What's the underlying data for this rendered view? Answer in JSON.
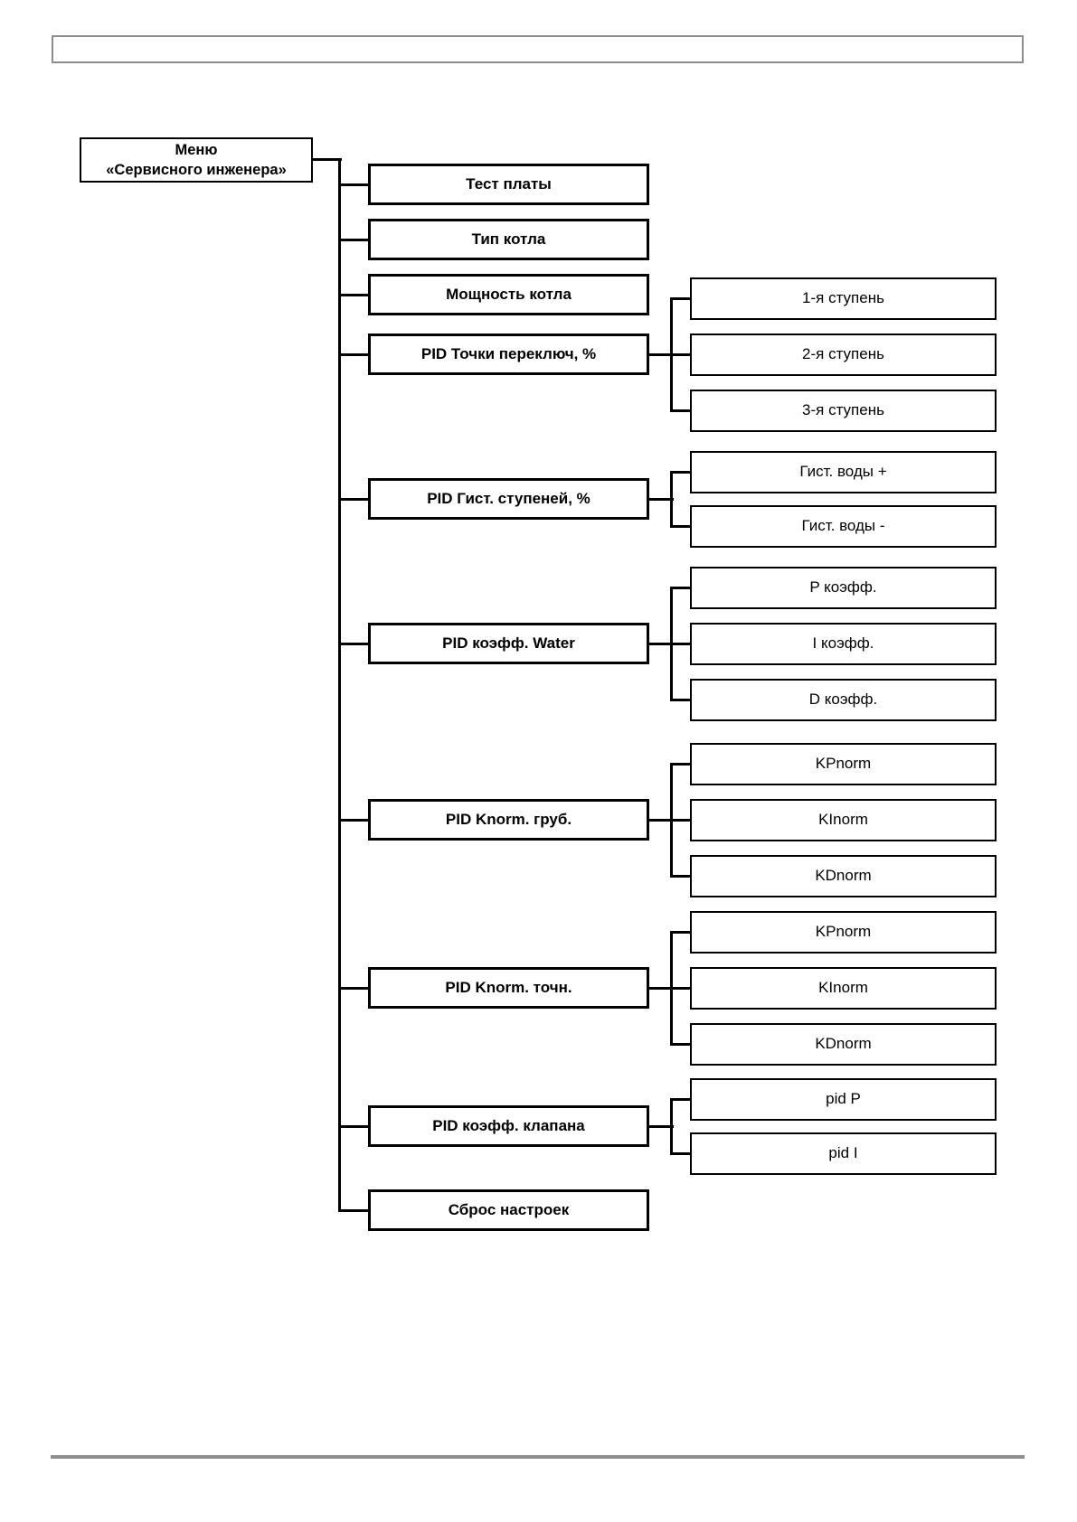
{
  "page": {
    "kind": "service-manual-page",
    "header_box_text": "",
    "colors": {
      "line": "#000000",
      "text": "#000000",
      "page_furniture_gray": "#8c8c8c",
      "background": "#ffffff"
    }
  },
  "diagram": {
    "title": "Меню «Сервисного инженера»",
    "root": {
      "line1": "Меню",
      "line2": "«Сервисного инженера»"
    },
    "nodes": [
      {
        "label": "Тест платы",
        "children": []
      },
      {
        "label": "Тип котла",
        "children": []
      },
      {
        "label": "Мощность котла",
        "children": []
      },
      {
        "label": "PID Точки переключ, %",
        "children": [
          "1-я ступень",
          "2-я ступень",
          "3-я ступень"
        ]
      },
      {
        "label": "PID Гист. ступеней, %",
        "children": [
          "Гист. воды +",
          "Гист. воды -"
        ]
      },
      {
        "label": "PID коэфф. Water",
        "children": [
          "P коэфф.",
          "I коэфф.",
          "D коэфф."
        ]
      },
      {
        "label": "PID Knorm. груб.",
        "children": [
          "KPnorm",
          "KInorm",
          "KDnorm"
        ]
      },
      {
        "label": "PID Knorm. точн.",
        "children": [
          "KPnorm",
          "KInorm",
          "KDnorm"
        ]
      },
      {
        "label": "PID коэфф. клапана",
        "children": [
          "pid P",
          "pid I"
        ]
      },
      {
        "label": "Сброс настроек",
        "children": []
      }
    ]
  }
}
